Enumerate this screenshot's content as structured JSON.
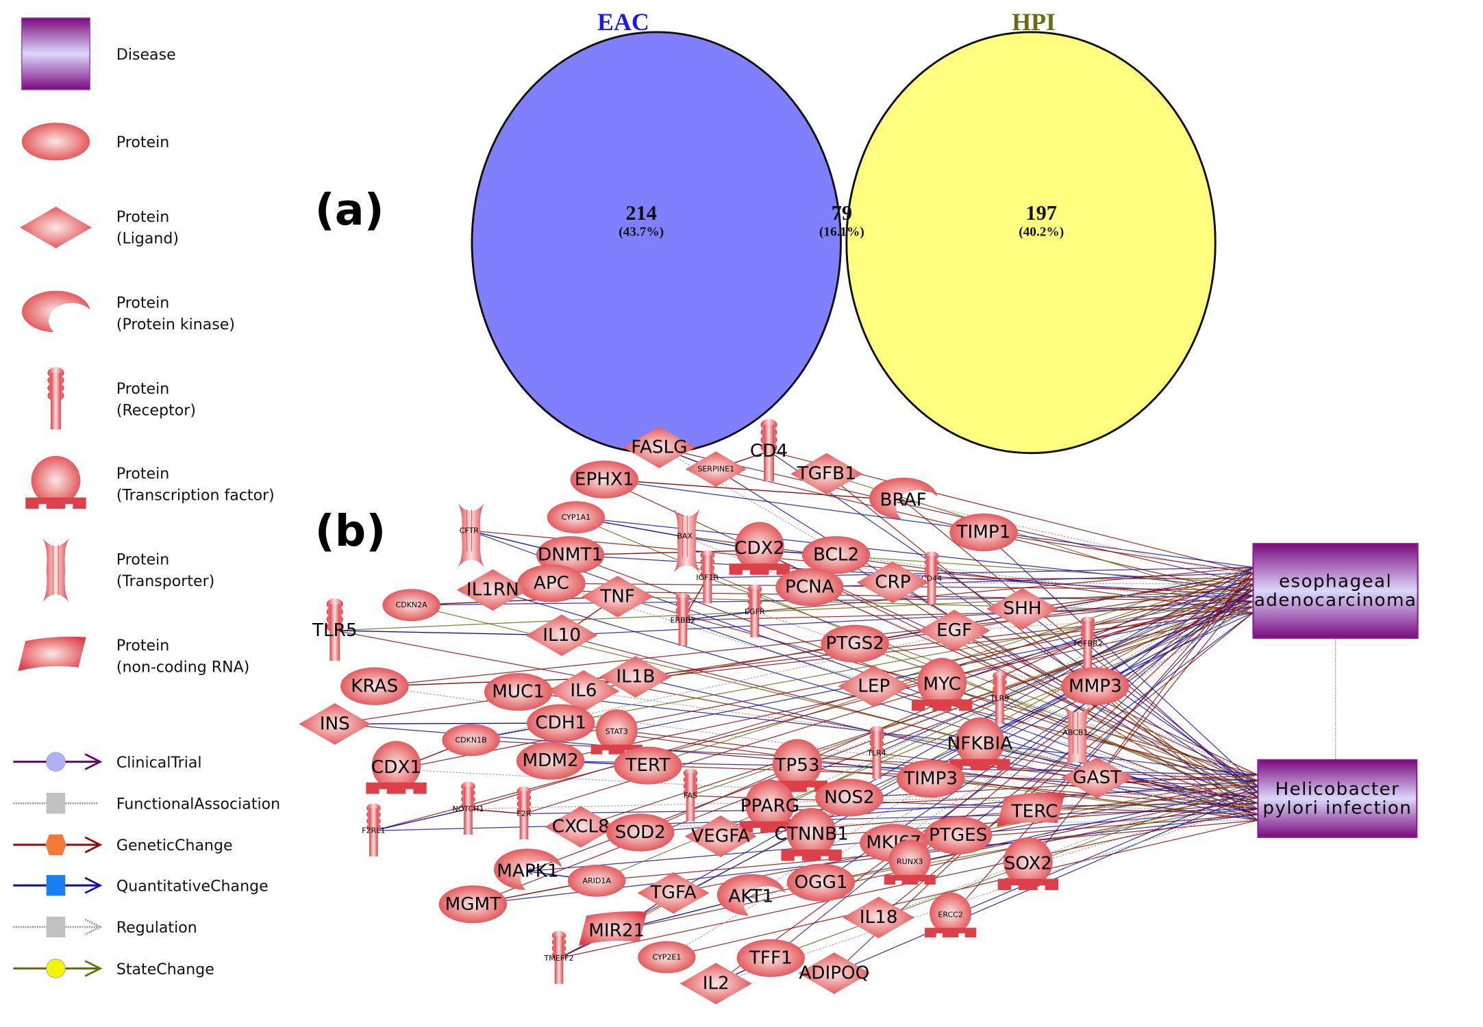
{
  "legend": {
    "nodes": [
      {
        "shape": "disease",
        "label": "Disease"
      },
      {
        "shape": "protein",
        "label": "Protein"
      },
      {
        "shape": "ligand",
        "label": "Protein\n(Ligand)"
      },
      {
        "shape": "kinase",
        "label": "Protein\n(Protein kinase)"
      },
      {
        "shape": "receptor",
        "label": "Protein\n(Receptor)"
      },
      {
        "shape": "tf",
        "label": "Protein\n(Transcription factor)"
      },
      {
        "shape": "transporter",
        "label": "Protein\n(Transporter)"
      },
      {
        "shape": "ncrna",
        "label": "Protein\n(non-coding RNA)"
      }
    ],
    "edges": [
      {
        "type": "ClinicalTrial",
        "label": "ClinicalTrial",
        "line_color": "#5a0a6e",
        "marker": "circle",
        "marker_color": "#b0b0f5",
        "dashed": false,
        "arrow": true
      },
      {
        "type": "FunctionalAssociation",
        "label": "FunctionalAssociation",
        "line_color": "#9a9a9a",
        "marker": "square",
        "marker_color": "#c0c0c0",
        "dashed": true,
        "arrow": false
      },
      {
        "type": "GeneticChange",
        "label": "GeneticChange",
        "line_color": "#8b0a0a",
        "marker": "hexagon",
        "marker_color": "#f57a3a",
        "dashed": false,
        "arrow": true
      },
      {
        "type": "QuantitativeChange",
        "label": "QuantitativeChange",
        "line_color": "#1010b0",
        "marker": "square",
        "marker_color": "#1a7ef5",
        "dashed": false,
        "arrow": true
      },
      {
        "type": "Regulation",
        "label": "Regulation",
        "line_color": "#9a9a9a",
        "marker": "square",
        "marker_color": "#c0c0c0",
        "dashed": true,
        "arrow": true
      },
      {
        "type": "StateChange",
        "label": "StateChange",
        "line_color": "#6b6b10",
        "marker": "circle",
        "marker_color": "#f5f500",
        "dashed": false,
        "arrow": true
      }
    ]
  },
  "panels": {
    "a": "(a)",
    "b": "(b)"
  },
  "venn": {
    "sets": [
      {
        "name": "EAC",
        "color": "#8080ff",
        "title_color": "#1a1ae6"
      },
      {
        "name": "HPI",
        "color": "#ffff80",
        "title_color": "#6b6b10"
      }
    ],
    "overlap_color": "#c0bf86",
    "regions": [
      {
        "id": "eac_only",
        "count": "214",
        "percent": "(43.7%)"
      },
      {
        "id": "both",
        "count": "79",
        "percent": "(16.1%)"
      },
      {
        "id": "hpi_only",
        "count": "197",
        "percent": "(40.2%)"
      }
    ]
  },
  "network": {
    "diseases": [
      {
        "id": "eac",
        "lines": [
          "esophageal",
          "adenocarcinoma"
        ]
      },
      {
        "id": "hpi",
        "lines": [
          "Helicobacter",
          "pylori infection"
        ]
      }
    ],
    "nodes": [
      {
        "label": "CD4",
        "type": "receptor",
        "size": "big"
      },
      {
        "label": "FASLG",
        "type": "ligand",
        "size": "big"
      },
      {
        "label": "SERPINE1",
        "type": "ligand",
        "size": "small"
      },
      {
        "label": "TGFB1",
        "type": "ligand",
        "size": "big"
      },
      {
        "label": "EPHX1",
        "type": "protein",
        "size": "big"
      },
      {
        "label": "BRAF",
        "type": "kinase",
        "size": "big"
      },
      {
        "label": "CYP1A1",
        "type": "protein",
        "size": "small"
      },
      {
        "label": "CFTR",
        "type": "transporter",
        "size": "small"
      },
      {
        "label": "BAX",
        "type": "transporter",
        "size": "small"
      },
      {
        "label": "TIMP1",
        "type": "protein",
        "size": "big"
      },
      {
        "label": "CDX2",
        "type": "tf",
        "size": "big"
      },
      {
        "label": "DNMT1",
        "type": "protein",
        "size": "big"
      },
      {
        "label": "BCL2",
        "type": "protein",
        "size": "big"
      },
      {
        "label": "IGF1R",
        "type": "receptor",
        "size": "small"
      },
      {
        "label": "CD44",
        "type": "receptor",
        "size": "small"
      },
      {
        "label": "APC",
        "type": "protein",
        "size": "big"
      },
      {
        "label": "IL1RN",
        "type": "ligand",
        "size": "big"
      },
      {
        "label": "TNF",
        "type": "ligand",
        "size": "big"
      },
      {
        "label": "PCNA",
        "type": "protein",
        "size": "big"
      },
      {
        "label": "CRP",
        "type": "ligand",
        "size": "big"
      },
      {
        "label": "CDKN2A",
        "type": "protein",
        "size": "small"
      },
      {
        "label": "ERBB2",
        "type": "receptor",
        "size": "small"
      },
      {
        "label": "EGFR",
        "type": "receptor",
        "size": "small"
      },
      {
        "label": "SHH",
        "type": "ligand",
        "size": "big"
      },
      {
        "label": "TLR5",
        "type": "receptor",
        "size": "big"
      },
      {
        "label": "IL10",
        "type": "ligand",
        "size": "big"
      },
      {
        "label": "EGF",
        "type": "ligand",
        "size": "big"
      },
      {
        "label": "PTGS2",
        "type": "protein",
        "size": "big"
      },
      {
        "label": "TGFBR2",
        "type": "receptor",
        "size": "small"
      },
      {
        "label": "KRAS",
        "type": "protein",
        "size": "big"
      },
      {
        "label": "IL1B",
        "type": "ligand",
        "size": "big"
      },
      {
        "label": "LEP",
        "type": "ligand",
        "size": "big"
      },
      {
        "label": "MYC",
        "type": "tf",
        "size": "big"
      },
      {
        "label": "TLR9",
        "type": "receptor",
        "size": "small"
      },
      {
        "label": "MMP3",
        "type": "protein",
        "size": "big"
      },
      {
        "label": "MUC1",
        "type": "protein",
        "size": "big"
      },
      {
        "label": "IL6",
        "type": "ligand",
        "size": "big"
      },
      {
        "label": "INS",
        "type": "ligand",
        "size": "big"
      },
      {
        "label": "CDH1",
        "type": "protein",
        "size": "big"
      },
      {
        "label": "STAT3",
        "type": "tf",
        "size": "small"
      },
      {
        "label": "CDKN1B",
        "type": "protein",
        "size": "small"
      },
      {
        "label": "ABCB1",
        "type": "transporter",
        "size": "small"
      },
      {
        "label": "NFKBIA",
        "type": "tf",
        "size": "big"
      },
      {
        "label": "CDX1",
        "type": "tf",
        "size": "big"
      },
      {
        "label": "MDM2",
        "type": "protein",
        "size": "big"
      },
      {
        "label": "TERT",
        "type": "protein",
        "size": "big"
      },
      {
        "label": "TLR4",
        "type": "receptor",
        "size": "small"
      },
      {
        "label": "TP53",
        "type": "tf",
        "size": "big"
      },
      {
        "label": "TIMP3",
        "type": "protein",
        "size": "big"
      },
      {
        "label": "GAST",
        "type": "ligand",
        "size": "big"
      },
      {
        "label": "NOTCH1",
        "type": "receptor",
        "size": "small"
      },
      {
        "label": "F2R",
        "type": "receptor",
        "size": "small"
      },
      {
        "label": "FAS",
        "type": "receptor",
        "size": "small"
      },
      {
        "label": "NOS2",
        "type": "protein",
        "size": "big"
      },
      {
        "label": "PPARG",
        "type": "tf",
        "size": "big"
      },
      {
        "label": "TERC",
        "type": "ncrna",
        "size": "big"
      },
      {
        "label": "F2RL1",
        "type": "receptor",
        "size": "small"
      },
      {
        "label": "CXCL8",
        "type": "ligand",
        "size": "big"
      },
      {
        "label": "SOD2",
        "type": "protein",
        "size": "big"
      },
      {
        "label": "VEGFA",
        "type": "ligand",
        "size": "big"
      },
      {
        "label": "CTNNB1",
        "type": "tf",
        "size": "big"
      },
      {
        "label": "MKI67",
        "type": "protein",
        "size": "big"
      },
      {
        "label": "PTGES",
        "type": "protein",
        "size": "big"
      },
      {
        "label": "RUNX3",
        "type": "tf",
        "size": "small"
      },
      {
        "label": "SOX2",
        "type": "tf",
        "size": "big"
      },
      {
        "label": "MAPK1",
        "type": "kinase",
        "size": "big"
      },
      {
        "label": "ARID1A",
        "type": "protein",
        "size": "small"
      },
      {
        "label": "TGFA",
        "type": "ligand",
        "size": "big"
      },
      {
        "label": "AKT1",
        "type": "kinase",
        "size": "big"
      },
      {
        "label": "OGG1",
        "type": "protein",
        "size": "big"
      },
      {
        "label": "MGMT",
        "type": "protein",
        "size": "big"
      },
      {
        "label": "IL18",
        "type": "ligand",
        "size": "big"
      },
      {
        "label": "ERCC2",
        "type": "tf",
        "size": "small"
      },
      {
        "label": "MIR21",
        "type": "ncrna",
        "size": "big"
      },
      {
        "label": "TMEFF2",
        "type": "receptor",
        "size": "small"
      },
      {
        "label": "CYP2E1",
        "type": "protein",
        "size": "small"
      },
      {
        "label": "TFF1",
        "type": "protein",
        "size": "big"
      },
      {
        "label": "ADIPOQ",
        "type": "ligand",
        "size": "big"
      },
      {
        "label": "IL2",
        "type": "ligand",
        "size": "big"
      }
    ]
  }
}
